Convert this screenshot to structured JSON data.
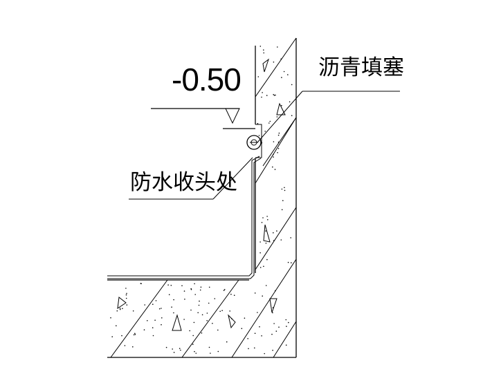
{
  "elevation": {
    "label": "-0.50"
  },
  "callouts": {
    "asphalt_fill": "沥青填塞",
    "waterproof_end": "防水收头处"
  },
  "colors": {
    "line": "#000000",
    "background": "#ffffff"
  }
}
